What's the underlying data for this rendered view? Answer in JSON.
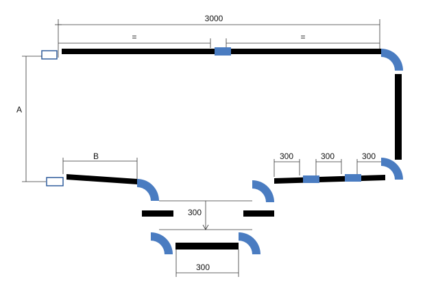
{
  "labels": {
    "dim_total": "3000",
    "dim_equal_left": "=",
    "dim_equal_right": "=",
    "dim_a": "A",
    "dim_b": "B",
    "dim_300_right_1": "300",
    "dim_300_right_2": "300",
    "dim_300_right_3": "300",
    "dim_300_vertical": "300",
    "dim_300_bottom": "300"
  },
  "colors": {
    "pipe": "#000000",
    "fitting_fill": "#4a7cc1",
    "fitting_stroke": "#2f5c9c",
    "dim_line": "#333333",
    "background": "#ffffff"
  }
}
